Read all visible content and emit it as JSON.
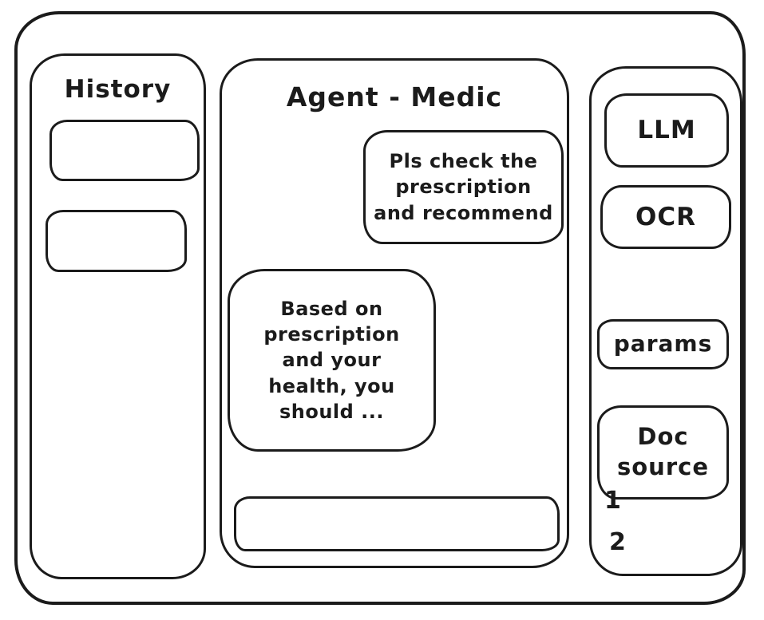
{
  "window": {
    "background": "#ffffff",
    "stroke": "#1b1b1b"
  },
  "history": {
    "title": "History",
    "items": [
      {
        "label": ""
      },
      {
        "label": ""
      }
    ]
  },
  "chat": {
    "title": "Agent - Medic",
    "messages": [
      {
        "role": "user",
        "text": "Pls check the\nprescription\nand recommend"
      },
      {
        "role": "assistant",
        "text": "Based on\nprescription\nand your\nhealth, you\nshould ..."
      }
    ],
    "input": {
      "value": ""
    }
  },
  "tools": {
    "buttons": [
      {
        "label": "LLM"
      },
      {
        "label": "OCR"
      },
      {
        "label": "params"
      },
      {
        "label": "Doc source"
      }
    ],
    "doc_source_items": [
      "1",
      "2"
    ]
  }
}
